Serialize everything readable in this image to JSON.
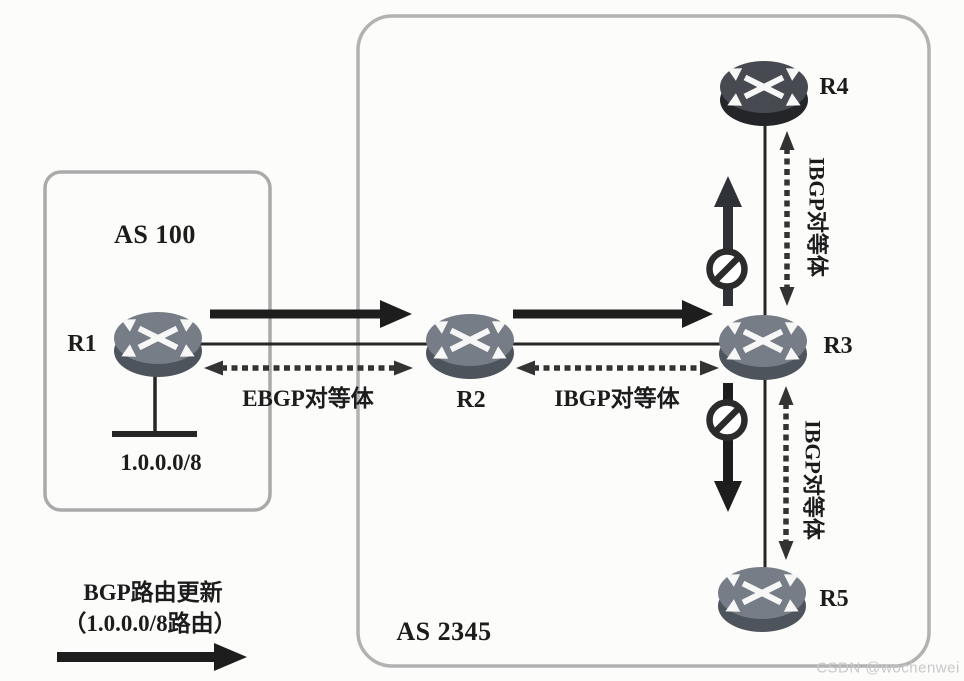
{
  "as_groups": {
    "as100": {
      "label": "AS 100"
    },
    "as2345": {
      "label": "AS 2345"
    }
  },
  "routers": {
    "r1": {
      "label": "R1"
    },
    "r2": {
      "label": "R2"
    },
    "r3": {
      "label": "R3"
    },
    "r4": {
      "label": "R4"
    },
    "r5": {
      "label": "R5"
    }
  },
  "network": {
    "label": "1.0.0.0/8"
  },
  "peer_links": {
    "ebgp_r1_r2": {
      "label": "EBGP对等体"
    },
    "ibgp_r2_r3": {
      "label": "IBGP对等体"
    },
    "ibgp_r3_r4": {
      "label": "IBGP对等体"
    },
    "ibgp_r3_r5": {
      "label": "IBGP对等体"
    }
  },
  "legend": {
    "line1": "BGP路由更新",
    "line2": "（1.0.0.0/8路由）"
  },
  "watermark": "CSDN @wochenwei",
  "colors": {
    "router_body": "#767d86",
    "router_rim": "#4e545b",
    "router_highlight_body": "#474b51",
    "router_highlight_rim": "#232529",
    "router_arrows": "#f7f7f7",
    "route_update_arrow": "#1d1d1d",
    "peer_dotted_arrow": "#333333",
    "as_box_border": "#b0b0b0",
    "no_entry_sign": "#2b2b2b",
    "text": "#1c1c1c",
    "watermark": "#c9c9c9"
  }
}
